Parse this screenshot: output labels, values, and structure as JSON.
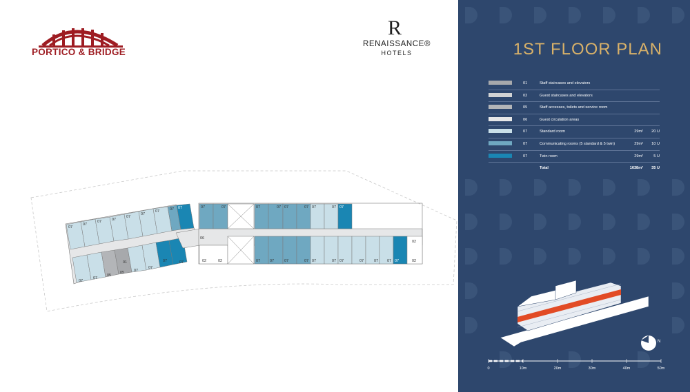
{
  "branding": {
    "portico_name": "PORTICO & BRIDGE",
    "renaissance_mark": "R",
    "renaissance_name": "RENAISSANCE®",
    "renaissance_sub": "HOTELS"
  },
  "title": "1ST FLOOR PLAN",
  "colors": {
    "panel_bg": "#2e476d",
    "accent_gold": "#d8b169",
    "brand_red": "#9e1c22",
    "staff_stairs": "#a7a9ac",
    "guest_stairs": "#d1d3d4",
    "staff_service": "#b3b5b8",
    "circulation": "#e6e7e8",
    "standard_room": "#c9dfe8",
    "communicating_room": "#6fa8c1",
    "twin_room": "#1a86b3",
    "highlight_floor": "#e24b25"
  },
  "legend": [
    {
      "code": "01",
      "label": "Staff staircases and elevators",
      "area": "",
      "units": "",
      "color": "#a7a9ac"
    },
    {
      "code": "02",
      "label": "Guest staircases and elevators",
      "area": "",
      "units": "",
      "color": "#d1d3d4"
    },
    {
      "code": "05",
      "label": "Staff accesses, toilets and service room",
      "area": "",
      "units": "",
      "color": "#b3b5b8"
    },
    {
      "code": "06",
      "label": "Guest circulation areas",
      "area": "",
      "units": "",
      "color": "#e6e7e8"
    },
    {
      "code": "07",
      "label": "Standard room",
      "area": "29m²",
      "units": "20 U",
      "color": "#c9dfe8"
    },
    {
      "code": "07",
      "label": "Communicating rooms (5 standard & 5 twin)",
      "area": "29m²",
      "units": "10 U",
      "color": "#6fa8c1"
    },
    {
      "code": "07",
      "label": "Twin room",
      "area": "29m²",
      "units": "5 U",
      "color": "#1a86b3"
    }
  ],
  "total": {
    "label": "Total",
    "area": "1638m²",
    "units": "35 U"
  },
  "plan": {
    "corridor_code": "06",
    "room_code": "07",
    "guest_stair_code": "02",
    "staff_stair_code": "01",
    "service_code": "05"
  },
  "scale_bar": {
    "ticks": [
      "0",
      "10m",
      "20m",
      "30m",
      "40m",
      "50m"
    ]
  },
  "compass": {
    "label": "N"
  }
}
